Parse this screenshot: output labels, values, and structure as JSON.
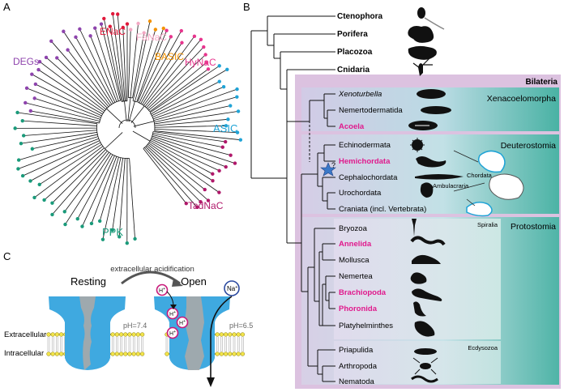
{
  "panels": {
    "a": "A",
    "b": "B",
    "c": "C"
  },
  "families": {
    "degs": {
      "label": "DEGs",
      "color": "#8e44ad"
    },
    "enac": {
      "label": "ENaC",
      "color": "#e0183a"
    },
    "fanac": {
      "label": "FaNaC",
      "color": "#f3a8c4"
    },
    "basic": {
      "label": "BASIC",
      "color": "#f39200"
    },
    "hynac": {
      "label": "HyNaC",
      "color": "#e8358e"
    },
    "asic": {
      "label": "ASIC",
      "color": "#1fa3d6"
    },
    "tadnac": {
      "label": "TadNaC",
      "color": "#b0186a"
    },
    "ppk": {
      "label": "PPK",
      "color": "#1a9a7a"
    }
  },
  "tree": {
    "outgroups": [
      "Ctenophora",
      "Porifera",
      "Placozoa",
      "Cnidaria"
    ],
    "bilateria_label": "Bilateria",
    "clade_labels": {
      "xenacoelomorpha": "Xenacoelomorpha",
      "deuterostomia": "Deuterostomia",
      "ambulacraria": "Ambulacraria",
      "chordata": "Chordata",
      "protostomia": "Protostomia",
      "spiralia": "Spiralia",
      "ecdysozoa": "Ecdysozoa"
    },
    "taxa": [
      {
        "name": "Xenoturbella",
        "style": "italic"
      },
      {
        "name": "Nemertodermatida",
        "style": "normal"
      },
      {
        "name": "Acoela",
        "style": "highlight"
      },
      {
        "name": "Echinodermata",
        "style": "normal"
      },
      {
        "name": "Hemichordata",
        "style": "highlight"
      },
      {
        "name": "Cephalochordata",
        "style": "normal"
      },
      {
        "name": "Urochordata",
        "style": "normal"
      },
      {
        "name": "Craniata (incl. Vertebrata)",
        "style": "normal"
      },
      {
        "name": "Bryozoa",
        "style": "normal"
      },
      {
        "name": "Annelida",
        "style": "highlight"
      },
      {
        "name": "Mollusca",
        "style": "normal"
      },
      {
        "name": "Nemertea",
        "style": "normal"
      },
      {
        "name": "Brachiopoda",
        "style": "highlight"
      },
      {
        "name": "Phoronida",
        "style": "highlight"
      },
      {
        "name": "Platyhelminthes",
        "style": "normal"
      },
      {
        "name": "Priapulida",
        "style": "normal"
      },
      {
        "name": "Arthropoda",
        "style": "normal"
      },
      {
        "name": "Nematoda",
        "style": "normal"
      }
    ],
    "question_mark": "?",
    "highlight_color": "#e0198c"
  },
  "channel": {
    "arrow_label": "extracellular acidification",
    "state_resting": "Resting",
    "state_open": "Open",
    "extracellular": "Extracellular",
    "intracellular": "Intracellular",
    "ph_resting": "pH=7.4",
    "ph_open": "pH=6.5",
    "proton": "H",
    "proton_sup": "+",
    "sodium": "Na",
    "sodium_sup": "+",
    "channel_color": "#3fa9e0"
  }
}
